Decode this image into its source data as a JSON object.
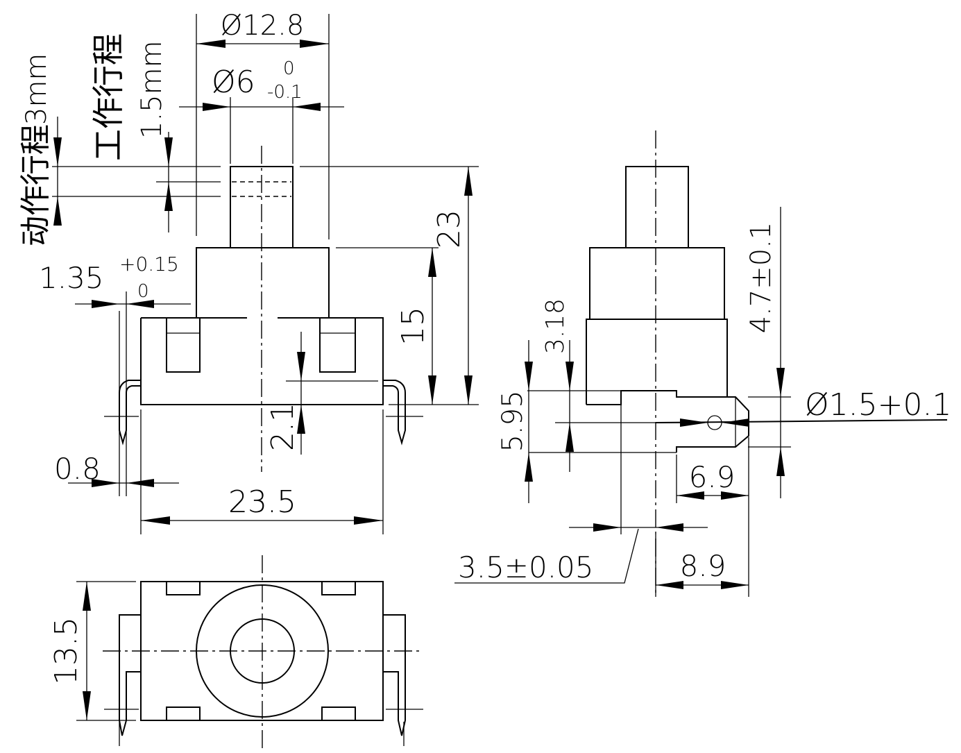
{
  "top_view": {
    "dia_outer": "Ø12.8",
    "dia_shaft": "Ø6",
    "dia_shaft_tol_upper": "0",
    "dia_shaft_tol_lower": "-0.1",
    "work_stroke_label": "工作行程",
    "work_stroke_value": "1.5mm",
    "action_stroke_label": "动作行程",
    "action_stroke_value": "3mm",
    "height_total": "23",
    "height_body": "15",
    "slot_width": "1.35",
    "slot_tol_upper": "+0.15",
    "slot_tol_lower": "0",
    "pin_thickness": "0.8",
    "base_offset": "2.1",
    "body_width": "23.5"
  },
  "side_view": {
    "dim_a": "3.18",
    "dim_b": "5.95",
    "dim_c": "4.7±0.1",
    "hole_dia": "Ø1.5+0.1",
    "dim_d": "6.9",
    "dim_e": "8.9",
    "dim_f": "3.5±0.05"
  },
  "bottom_view": {
    "depth": "13.5"
  }
}
